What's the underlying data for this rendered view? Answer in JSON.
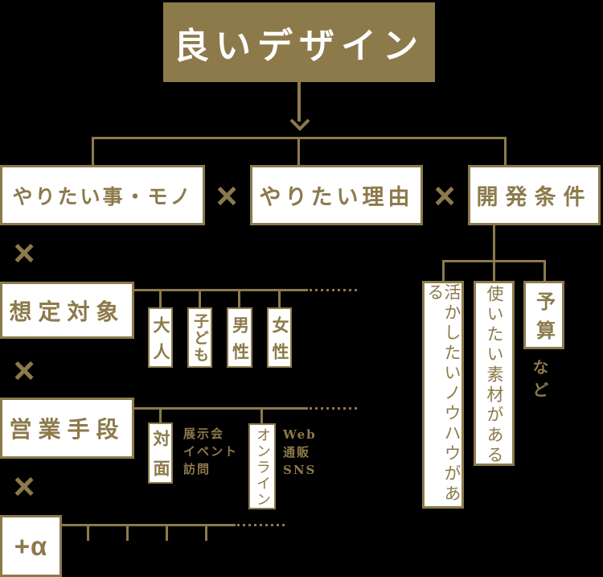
{
  "colors": {
    "gold": "#8C7A4B",
    "background": "#000000",
    "box_fill": "#FFFFFF",
    "title_text": "#FFFFFF"
  },
  "title": "良いデザイン",
  "operator": "×",
  "factors": {
    "what": "やりたい事・モノ",
    "why": "やりたい理由",
    "dev": "開発条件"
  },
  "target": {
    "label": "想定対象",
    "adult": "大人",
    "child": "子ども",
    "male": "男性",
    "female": "女性"
  },
  "sales": {
    "label": "営業手段",
    "face_to_face": "対面",
    "online": "オンライン",
    "offline_examples": {
      "line1": "展示会",
      "line2": "イベント",
      "line3": "訪問"
    },
    "online_examples": {
      "line1": "Web",
      "line2": "通販",
      "line3": "SNS"
    }
  },
  "plus_alpha": "+α",
  "dev_conditions": {
    "knowhow": "活かしたいノウハウがある",
    "material": "使いたい素材がある",
    "budget": "予算",
    "etc": "など"
  }
}
